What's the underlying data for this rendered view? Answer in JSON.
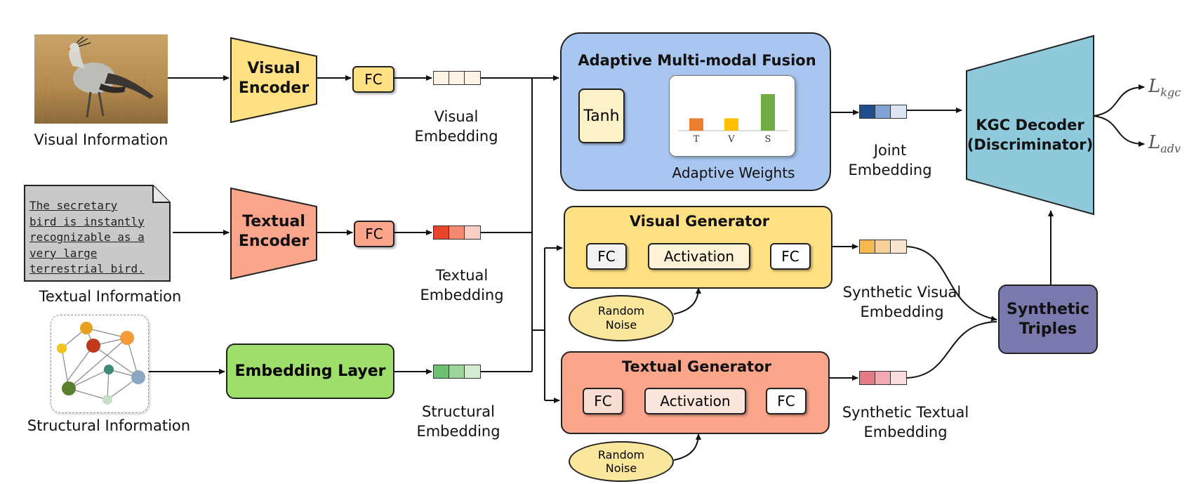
{
  "inputs": {
    "visual_label": "Visual Information",
    "textual_label": "Textual Information",
    "structural_label": "Structural Information",
    "doc_lines": [
      "The secretary",
      "bird is instantly",
      "recognizable as a",
      "very large",
      "terrestrial bird."
    ]
  },
  "encoders": {
    "visual": [
      "Visual",
      "Encoder"
    ],
    "textual": [
      "Textual",
      "Encoder"
    ],
    "embedding_layer": "Embedding Layer",
    "fc": "FC"
  },
  "embeddings": {
    "visual": [
      "Visual",
      "Embedding"
    ],
    "textual": [
      "Textual",
      "Embedding"
    ],
    "structural": [
      "Structural",
      "Embedding"
    ],
    "joint": [
      "Joint",
      "Embedding"
    ],
    "syn_visual": [
      "Synthetic Visual",
      "Embedding"
    ],
    "syn_textual": [
      "Synthetic Textual",
      "Embedding"
    ]
  },
  "fusion": {
    "title": "Adaptive Multi-modal Fusion",
    "tanh": "Tanh",
    "weights_label": "Adaptive Weights",
    "bars": [
      {
        "label": "T",
        "value": 0.22,
        "color": "#ed7d31"
      },
      {
        "label": "V",
        "value": 0.22,
        "color": "#ffc000"
      },
      {
        "label": "S",
        "value": 0.65,
        "color": "#70ad47"
      }
    ]
  },
  "visual_generator": {
    "title": "Visual Generator",
    "fc1": "FC",
    "act": "Activation",
    "fc2": "FC",
    "noise": [
      "Random",
      "Noise"
    ]
  },
  "textual_generator": {
    "title": "Textual Generator",
    "fc1": "FC",
    "act": "Activation",
    "fc2": "FC",
    "noise": [
      "Random",
      "Noise"
    ]
  },
  "decoder": {
    "line1": "KGC Decoder",
    "line2": "(Discriminator)"
  },
  "synthetic": [
    "Synthetic",
    "Triples"
  ],
  "losses": {
    "kgc_main": "L",
    "kgc_sub": "kgc",
    "adv_main": "L",
    "adv_sub": "adv"
  },
  "colors": {
    "yellow": "#ffe082",
    "salmon": "#fba58a",
    "green": "#9ede6b",
    "blue": "#a8c6f0",
    "decoder": "#8fc9dc",
    "synthetic": "#7a79ad",
    "noise": "#fbe79b"
  }
}
